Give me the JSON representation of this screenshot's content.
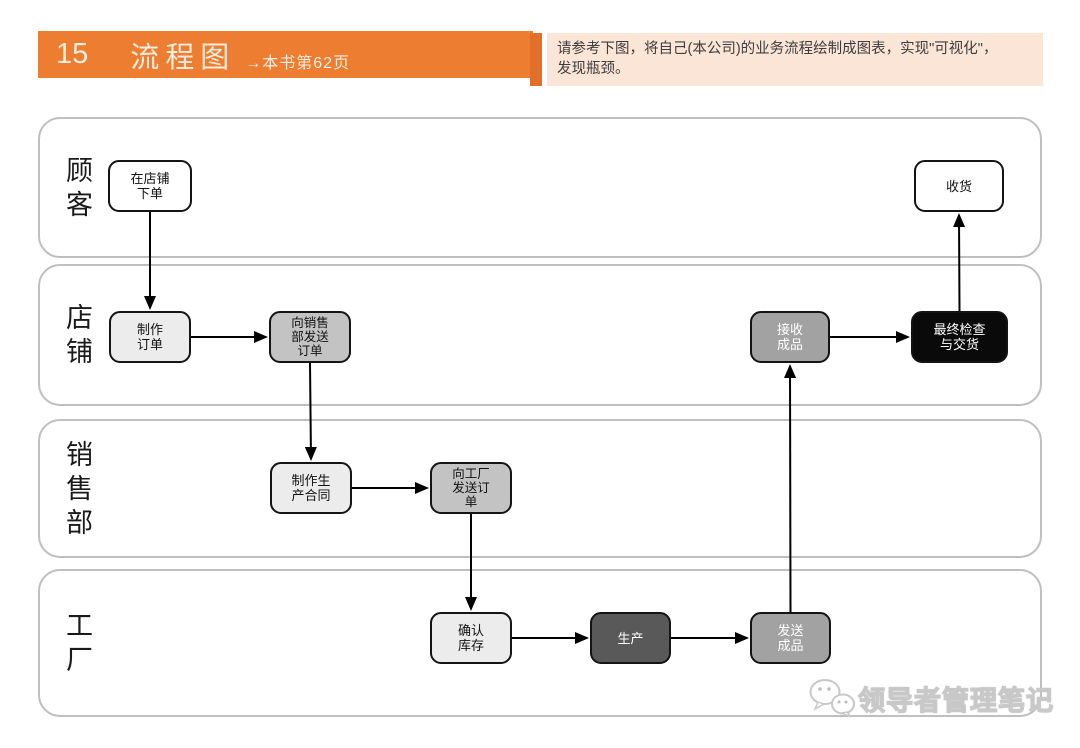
{
  "header": {
    "number": "15",
    "title": "流程图",
    "page_ref": "→本书第62页"
  },
  "note": {
    "text": "请参考下图，将自己(本公司)的业务流程绘制成图表，实现\"可视化\"，\n发现瓶颈。"
  },
  "lanes": [
    {
      "label": "顾客"
    },
    {
      "label": "店铺"
    },
    {
      "label": "销售部"
    },
    {
      "label": "工厂"
    }
  ],
  "nodes": {
    "order_at_store": {
      "label": "在店铺\n下单"
    },
    "receive_goods": {
      "label": "收货"
    },
    "create_order": {
      "label": "制作\n订单"
    },
    "send_order_to_sales": {
      "label": "向销售\n部发送\n订单"
    },
    "receive_finished": {
      "label": "接收\n成品"
    },
    "final_check_delivery": {
      "label": "最终检查\n与交货"
    },
    "create_production_contract": {
      "label": "制作生\n产合同"
    },
    "send_order_to_factory": {
      "label": "向工厂\n发送订\n单"
    },
    "confirm_inventory": {
      "label": "确认\n库存"
    },
    "production": {
      "label": "生产"
    },
    "send_finished": {
      "label": "发送\n成品"
    }
  },
  "edges": [
    {
      "from": "order_at_store",
      "to": "create_order"
    },
    {
      "from": "create_order",
      "to": "send_order_to_sales"
    },
    {
      "from": "send_order_to_sales",
      "to": "create_production_contract"
    },
    {
      "from": "create_production_contract",
      "to": "send_order_to_factory"
    },
    {
      "from": "send_order_to_factory",
      "to": "confirm_inventory"
    },
    {
      "from": "confirm_inventory",
      "to": "production"
    },
    {
      "from": "production",
      "to": "send_finished"
    },
    {
      "from": "send_finished",
      "to": "receive_finished"
    },
    {
      "from": "receive_finished",
      "to": "final_check_delivery"
    },
    {
      "from": "final_check_delivery",
      "to": "receive_goods"
    }
  ],
  "watermark": {
    "text": "领导者管理笔记",
    "icon": "wechat-icon"
  },
  "colors": {
    "accent_orange": "#ed7d31",
    "note_accent": "#e2702b",
    "note_background": "#fbe5d6",
    "lane_border": "#bfbfbf",
    "node_white": "#ffffff",
    "node_light_gray": "#ececec",
    "node_medium_gray": "#c3c3c3",
    "node_gray": "#a2a2a2",
    "node_dark_gray": "#595959",
    "node_black": "#0a0a0a"
  }
}
